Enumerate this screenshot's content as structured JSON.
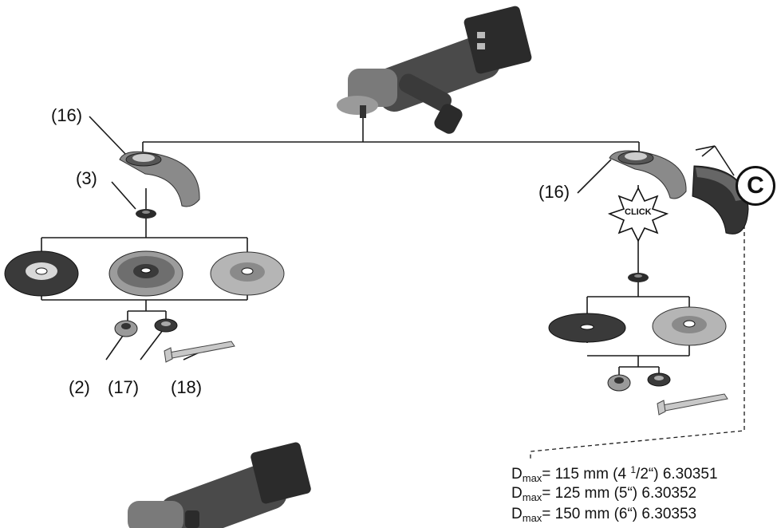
{
  "labels": {
    "guard_left": "(16)",
    "flange": "(3)",
    "guard_right": "(16)",
    "clamp_nut": "(2)",
    "quick_nut": "(17)",
    "spanner": "(18)",
    "badge": "C",
    "click": "CLICK"
  },
  "specs": [
    {
      "symbol": "D",
      "sub": "max",
      "text_before": "= 115 mm (4 ",
      "sup": "1",
      "text_after": "/2“) 6.30351"
    },
    {
      "symbol": "D",
      "sub": "max",
      "text_before": "= 125 mm (5“) 6.30352",
      "sup": "",
      "text_after": ""
    },
    {
      "symbol": "D",
      "sub": "max",
      "text_before": "= 150 mm (6“) 6.30353",
      "sup": "",
      "text_after": ""
    }
  ],
  "colors": {
    "line": "#1a1a1a",
    "tool_body": "#4a4a4a",
    "tool_dark": "#2b2b2b",
    "guard_grey": "#8a8a8a",
    "guard_dark": "#333333",
    "disc_dark": "#3a3a3a",
    "disc_light": "#b5b5b5"
  }
}
